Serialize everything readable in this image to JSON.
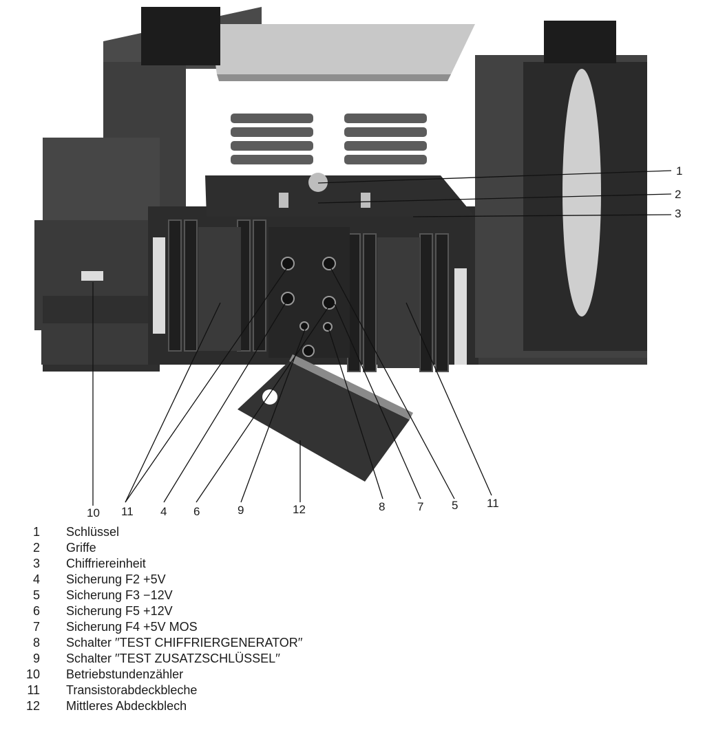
{
  "callouts": [
    {
      "id": "c1",
      "label": "1"
    },
    {
      "id": "c2",
      "label": "2"
    },
    {
      "id": "c3",
      "label": "3"
    },
    {
      "id": "c10",
      "label": "10"
    },
    {
      "id": "c11a",
      "label": "11"
    },
    {
      "id": "c4",
      "label": "4"
    },
    {
      "id": "c6",
      "label": "6"
    },
    {
      "id": "c9",
      "label": "9"
    },
    {
      "id": "c12",
      "label": "12"
    },
    {
      "id": "c8",
      "label": "8"
    },
    {
      "id": "c7",
      "label": "7"
    },
    {
      "id": "c5",
      "label": "5"
    },
    {
      "id": "c11b",
      "label": "11"
    }
  ],
  "legend": [
    {
      "num": "1",
      "text": "Schlüssel"
    },
    {
      "num": "2",
      "text": "Griffe"
    },
    {
      "num": "3",
      "text": "Chiffriereinheit"
    },
    {
      "num": "4",
      "text": "Sicherung F2 +5V"
    },
    {
      "num": "5",
      "text": "Sicherung F3 −12V"
    },
    {
      "num": "6",
      "text": "Sicherung F5 +12V"
    },
    {
      "num": "7",
      "text": "Sicherung F4 +5V MOS"
    },
    {
      "num": "8",
      "text": "Schalter ′′TEST CHIFFRIERGENERATOR′′"
    },
    {
      "num": "9",
      "text": "Schalter ′′TEST ZUSATZSCHLÜSSEL′′"
    },
    {
      "num": "10",
      "text": "Betriebstundenzähler"
    },
    {
      "num": "11",
      "text": "Transistorabdeckbleche"
    },
    {
      "num": "12",
      "text": "Mittleres Abdeckblech"
    }
  ]
}
